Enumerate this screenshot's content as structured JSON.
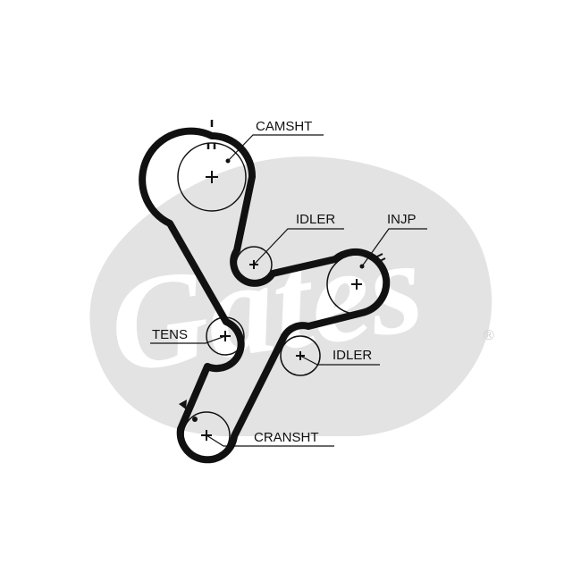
{
  "labels": {
    "camshaft": "CAMSHT",
    "idler_top": "IDLER",
    "injection_pump": "INJP",
    "tensioner": "TENS",
    "idler_bottom": "IDLER",
    "crankshaft": "CRANSHT"
  },
  "watermark": {
    "brand": "Gates",
    "registered_mark": "®",
    "color": "#e3e3e3"
  },
  "colors": {
    "belt": "#111111",
    "pulley_outline": "#111111",
    "leader_line": "#111111"
  }
}
